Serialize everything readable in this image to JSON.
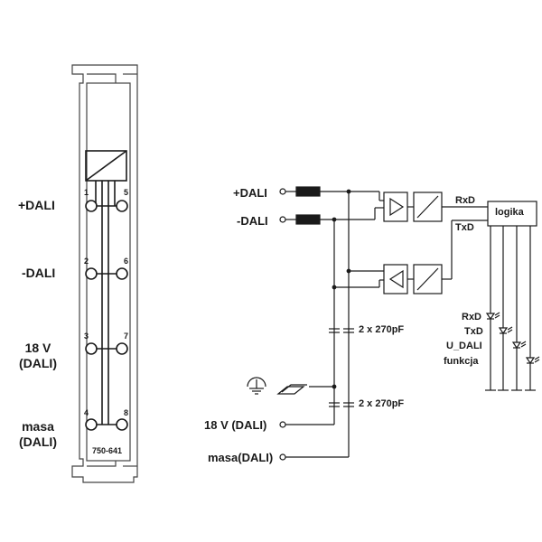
{
  "module": {
    "part_number": "750-641",
    "pins": [
      "1",
      "5",
      "2",
      "6",
      "3",
      "7",
      "4",
      "8"
    ]
  },
  "left_labels": {
    "plus_dali": "+DALI",
    "minus_dali": "-DALI",
    "v18_line1": "18 V",
    "v18_line2": "(DALI)",
    "masa_line1": "masa",
    "masa_line2": "(DALI)"
  },
  "schematic": {
    "plus_dali": "+DALI",
    "minus_dali": "-DALI",
    "v18": "18 V (DALI)",
    "masa": "masa(DALI)",
    "cap1": "2 x 270pF",
    "cap2": "2 x 270pF",
    "rxd": "RxD",
    "txd": "TxD",
    "logic": "logika",
    "led_labels": [
      "RxD",
      "TxD",
      "U_DALI",
      "funkcja"
    ]
  },
  "colors": {
    "line": "#1a1a1a",
    "module_frame": "#444444"
  }
}
